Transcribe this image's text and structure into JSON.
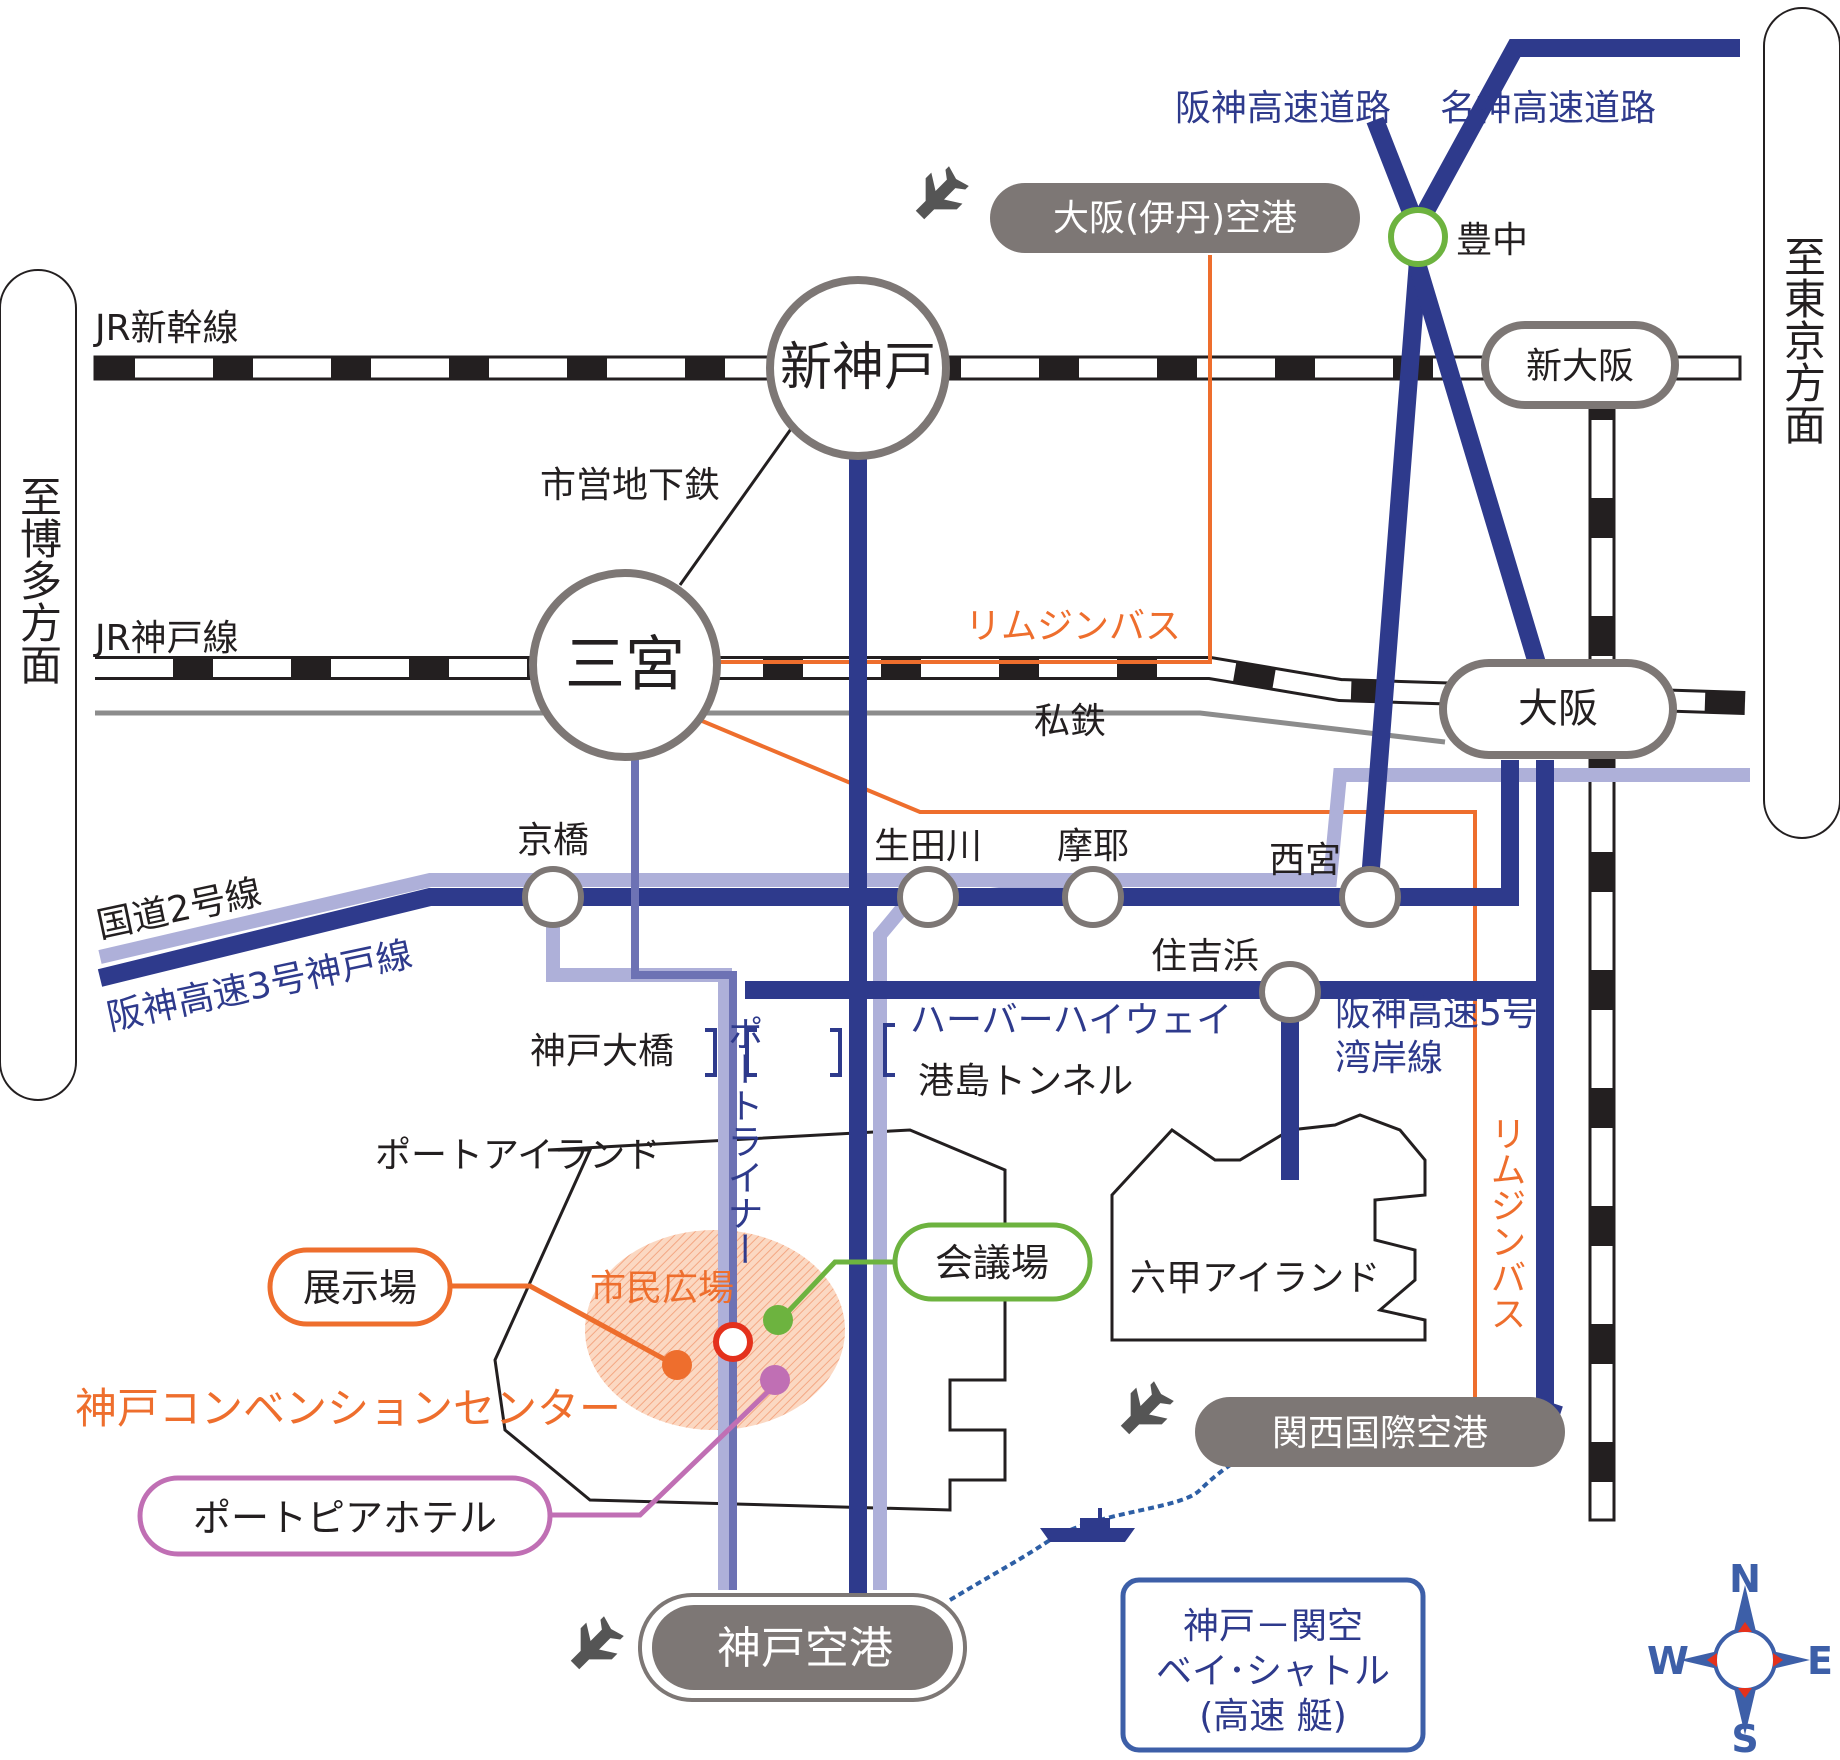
{
  "map": {
    "labels": {
      "jr_shinkansen": "JR新幹線",
      "jr_kobe": "JR神戸線",
      "subway": "市営地下鉄",
      "private_rail": "私鉄",
      "limousine_bus_top": "リムジンバス",
      "limousine_bus_right": "リムジンバス",
      "hanshin_expressway": "阪神高速道路",
      "meishin_expressway": "名神高速道路",
      "route2": "国道2号線",
      "hanshin_3_kobe": "阪神高速3号神戸線",
      "hanshin_5_wangan_1": "阪神高速5号",
      "hanshin_5_wangan_2": "湾岸線",
      "kobe_ohashi": "神戸大橋",
      "port_liner": "ポートライナー",
      "harbor_highway": "ハーバーハイウェイ",
      "minatojima_tunnel": "港島トンネル",
      "port_island": "ポートアイランド",
      "rokko_island": "六甲アイランド",
      "shimin_hiroba": "市民広場",
      "convention_center": "神戸コンベンションセンター",
      "to_tokyo": "至東京方面",
      "to_hakata": "至博多方面"
    },
    "stations": {
      "shin_kobe": "新神戸",
      "sannomiya": "三宮",
      "shin_osaka": "新大阪",
      "osaka": "大阪",
      "toyonaka": "豊中",
      "kyobashi": "京橋",
      "ikutagawa": "生田川",
      "maya": "摩耶",
      "nishinomiya": "西宮",
      "sumiyoshihama": "住吉浜"
    },
    "airports": {
      "itami": "大阪(伊丹)空港",
      "kobe": "神戸空港",
      "kansai": "関西国際空港"
    },
    "venues": {
      "exhibition": "展示場",
      "conference": "会議場",
      "portopia_hotel": "ポートピアホテル"
    },
    "bay_shuttle": {
      "line1": "神戸－関空",
      "line2": "ベイ･シャトル",
      "line3": "(高速 艇)"
    },
    "compass": {
      "n": "N",
      "s": "S",
      "e": "E",
      "w": "W"
    },
    "colors": {
      "expressway": "#2e3a8c",
      "route2_light": "#aeb0d9",
      "portliner": "#6d72b4",
      "limousine": "#ee6e2d",
      "private_rail": "#8c8c8c",
      "conference_green": "#6db33f",
      "hotel_purple": "#c06fb4",
      "pill_gray": "#7d7775",
      "toyonaka_green": "#6db33f"
    }
  }
}
